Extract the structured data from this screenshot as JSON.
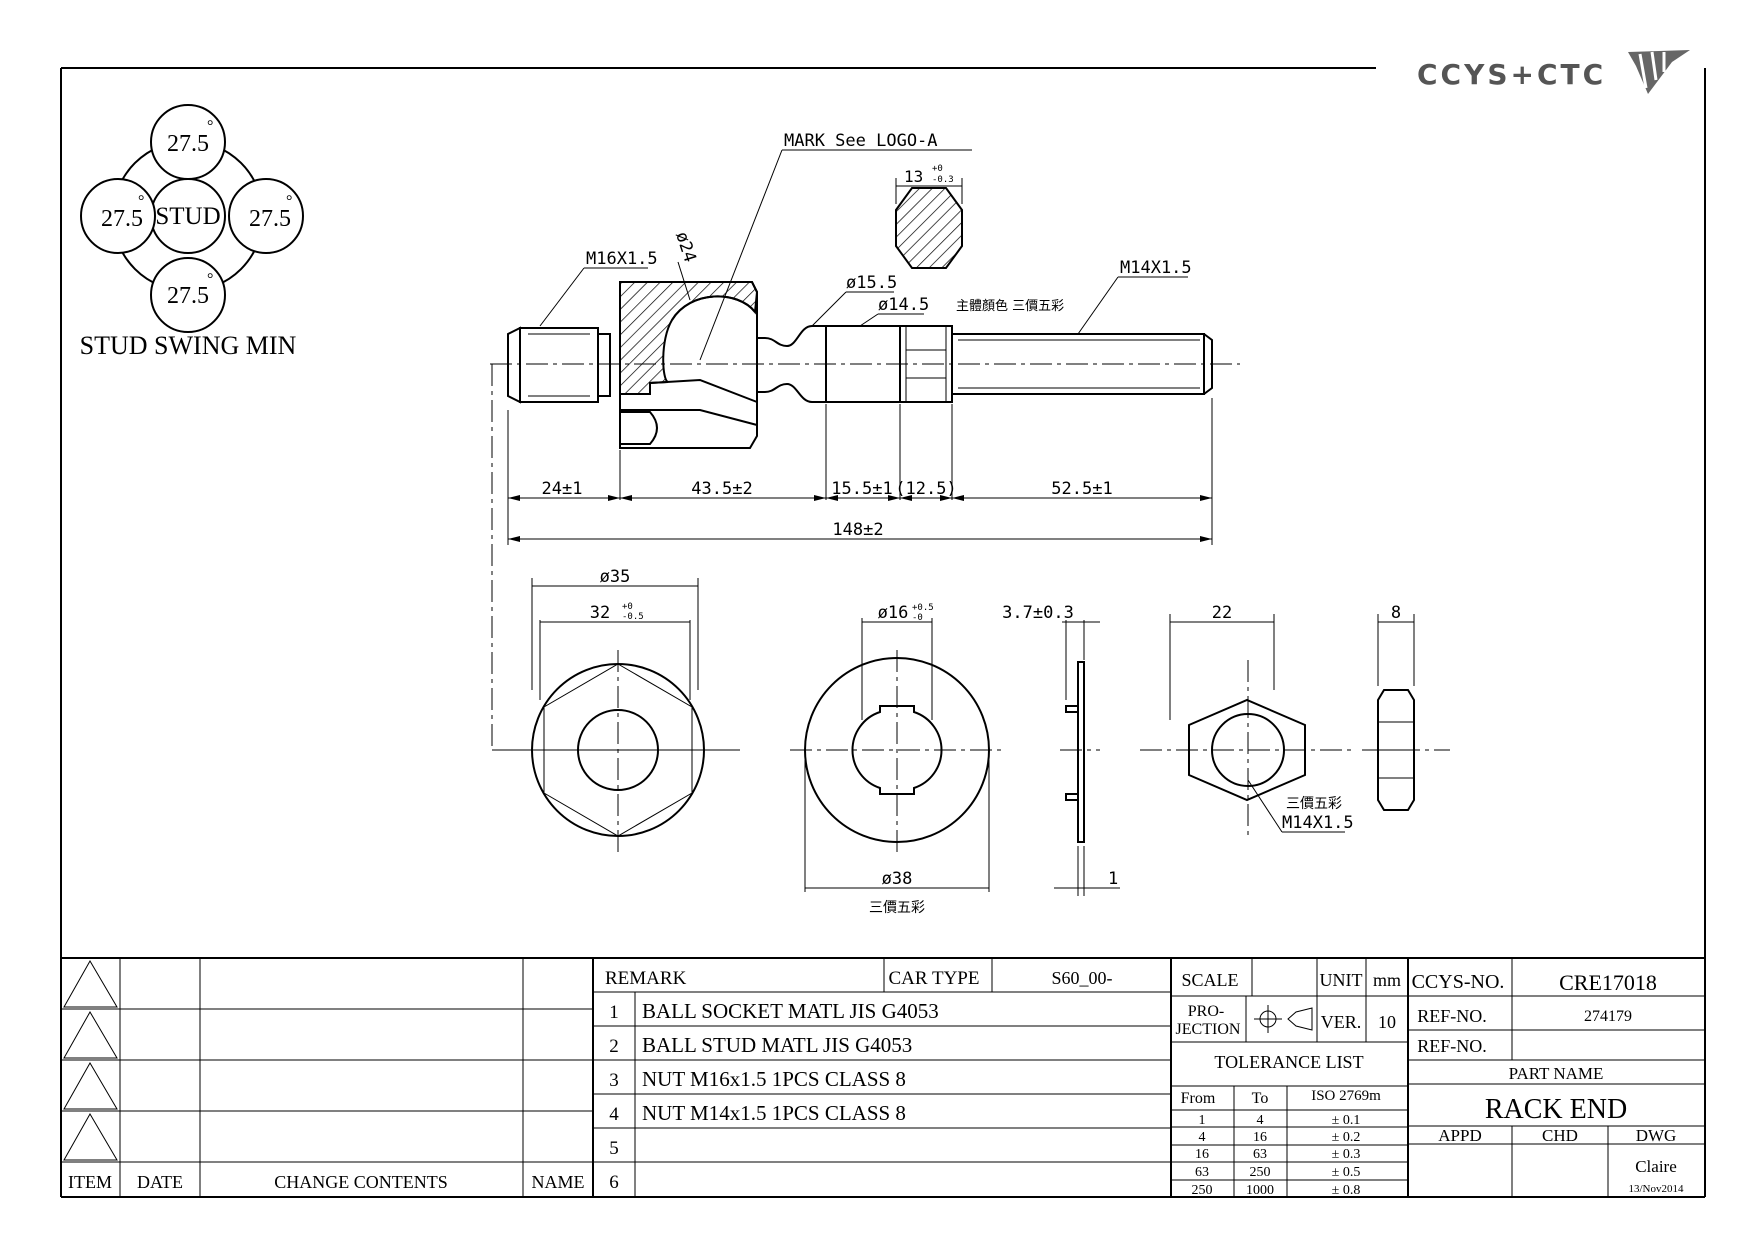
{
  "logo": {
    "brand": "CCYS+CTC"
  },
  "swing": {
    "center": "STUD",
    "top": "27.5",
    "left": "27.5",
    "right": "27.5",
    "bottom": "27.5",
    "degree_mark": "°",
    "caption": "STUD SWING MIN"
  },
  "annotations": {
    "mark": "MARK See LOGO-A",
    "hex_width": "13",
    "hex_tol_up": "+0",
    "hex_tol_dn": "-0.3",
    "thread_left": "M16X1.5",
    "thread_right": "M14X1.5",
    "dia24": "ø24",
    "dia155": "ø15.5",
    "dia145": "ø14.5",
    "body_color": "主體顏色 三價五彩",
    "dim_24": "24±1",
    "dim_435": "43.5±2",
    "dim_155": "15.5±1",
    "dim_125": "(12.5)",
    "dim_525": "52.5±1",
    "dim_148": "148±2",
    "dia35": "ø35",
    "dim_32": "32",
    "dim_32_up": "+0",
    "dim_32_dn": "-0.5",
    "dia16": "ø16",
    "dia16_up": "+0.5",
    "dia16_dn": "-0",
    "dim_37": "3.7±0.3",
    "dia38": "ø38",
    "washer_color": "三價五彩",
    "dim_1": "1",
    "dim_22": "22",
    "dim_8": "8",
    "nut_color": "三價五彩",
    "nut_thread": "M14X1.5"
  },
  "revision": {
    "headers": {
      "item": "ITEM",
      "date": "DATE",
      "contents": "CHANGE CONTENTS",
      "name": "NAME"
    }
  },
  "remarks": {
    "label": "REMARK",
    "car_type_label": "CAR TYPE",
    "car_type": "S60_00-",
    "rows": [
      {
        "num": "1",
        "text": "BALL SOCKET MATL JIS G4053"
      },
      {
        "num": "2",
        "text": "BALL STUD MATL JIS G4053"
      },
      {
        "num": "3",
        "text": "NUT M16x1.5 1PCS CLASS  8"
      },
      {
        "num": "4",
        "text": "NUT M14x1.5 1PCS CLASS  8"
      },
      {
        "num": "5",
        "text": ""
      },
      {
        "num": "6",
        "text": ""
      }
    ]
  },
  "title_block": {
    "scale_label": "SCALE",
    "unit_label": "UNIT",
    "unit": "mm",
    "projection_label_1": "PRO-",
    "projection_label_2": "JECTION",
    "ver_label": "VER.",
    "ver": "10",
    "tolerance_title": "TOLERANCE LIST",
    "tol_headers": {
      "from": "From",
      "to": "To",
      "iso": "ISO 2769m"
    },
    "tolerances": [
      {
        "from": "1",
        "to": "4",
        "tol": "± 0.1"
      },
      {
        "from": "4",
        "to": "16",
        "tol": "± 0.2"
      },
      {
        "from": "16",
        "to": "63",
        "tol": "± 0.3"
      },
      {
        "from": "63",
        "to": "250",
        "tol": "± 0.5"
      },
      {
        "from": "250",
        "to": "1000",
        "tol": "± 0.8"
      }
    ],
    "ccys_label": "CCYS-NO.",
    "ccys_no": "CRE17018",
    "ref_label_1": "REF-NO.",
    "ref_no_1": "274179",
    "ref_label_2": "REF-NO.",
    "ref_no_2": "",
    "part_name_label": "PART NAME",
    "part_name": "RACK END",
    "appd_label": "APPD",
    "chd_label": "CHD",
    "dwg_label": "DWG",
    "drawn_by": "Claire",
    "date": "13/Nov2014"
  }
}
